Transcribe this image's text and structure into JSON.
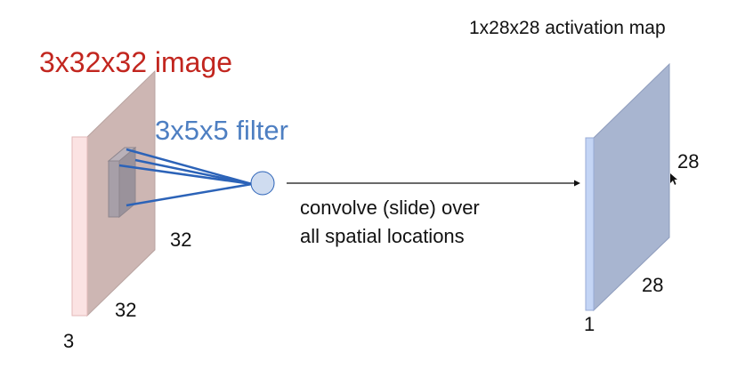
{
  "labels": {
    "input_image": "3x32x32 image",
    "filter": "3x5x5 filter",
    "activation_map": "1x28x28 activation map",
    "operation_line_1": "convolve (slide) over",
    "operation_line_2": "all spatial locations"
  },
  "input_dims": {
    "height": "32",
    "width": "32",
    "depth": "3"
  },
  "output_dims": {
    "height": "28",
    "width": "28",
    "depth": "1"
  },
  "colors": {
    "input_title": "#c2261f",
    "filter_title": "#4e7fc2",
    "input_volume_face": "#cdb6b3",
    "input_volume_side": "#fbe3e3",
    "filter_block": "#a79fa8",
    "connection_lines": "#2c63b8",
    "neuron": "#cfdcf0",
    "output_face": "#a8b5d0",
    "output_side": "#c4d5f5"
  }
}
